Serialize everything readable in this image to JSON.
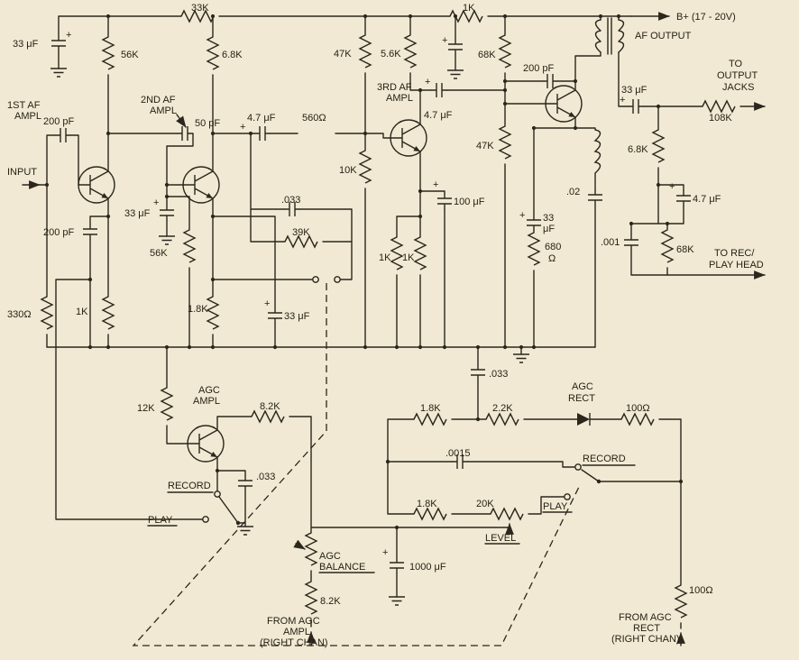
{
  "colors": {
    "paper": "#f1e9d3",
    "ink": "#2b271d"
  },
  "labels": {
    "plus": "+",
    "r_33k": "33K",
    "r_1k_top": "1K",
    "c_33uf_tl": "33 μF",
    "r_56k_top": "56K",
    "r_6k8_top": "6.8K",
    "r_47k_top": "47K",
    "r_5k6": "5.6K",
    "r_68k_top": "68K",
    "c_200pf_fb": "200 pF",
    "af_output": "AF OUTPUT",
    "b_plus": "B+ (17 - 20V)",
    "to_out_1": "TO",
    "to_out_2": "OUTPUT",
    "to_out_3": "JACKS",
    "c_33uf_out": "33 μF",
    "r_108k": "108K",
    "r_6k8_r": "6.8K",
    "stage1a": "1ST AF",
    "stage1b": "AMPL",
    "stage2a": "2ND AF",
    "stage2b": "AMPL",
    "stage3a": "3RD AF",
    "stage3b": "AMPL",
    "c_200pf_in": "200 pF",
    "c_50pf": "50 pF",
    "c_4u7_a": "4.7 μF",
    "r_560": "560Ω",
    "input": "INPUT",
    "c_4u7_b": "4.7 μF",
    "r_10k": "10K",
    "r_47k_mid": "47K",
    "c_4u7_c": "4.7 μF",
    "c_02": ".02",
    "c_100uf": "100 μF",
    "c_200pf_e": "200 pF",
    "c_33uf_a": "33 μF",
    "r_56k_b": "56K",
    "c_033_fb": ".033",
    "r_39k": "39K",
    "c_33_1": "33",
    "c_33_2": "μF",
    "r_680_1": "680",
    "r_680_2": "Ω",
    "c_001": ".001",
    "r_68k_b": "68K",
    "head_1": "TO REC/",
    "head_2": "PLAY HEAD",
    "r_330": "330Ω",
    "r_1k_a": "1K",
    "r_1k8_a": "1.8K",
    "c_33uf_b": "33 μF",
    "r_1k_b": "1K",
    "r_1k_c": "1K",
    "c_033_agc": ".033",
    "r_12k": "12K",
    "agc_a": "AGC",
    "agc_b": "AMPL",
    "r_8k2_a": "8.2K",
    "c_033_b": ".033",
    "record_l": "RECORD",
    "play_l": "PLAY",
    "r_1k8_b": "1.8K",
    "r_2k2": "2.2K",
    "rect_a": "AGC",
    "rect_b": "RECT",
    "r_100_a": "100Ω",
    "c_0015": ".0015",
    "record_r": "RECORD",
    "play_r": "PLAY",
    "r_1k8_c": "1.8K",
    "r_20k": "20K",
    "level": "LEVEL",
    "bal_a": "AGC",
    "bal_b": "BALANCE",
    "r_8k2_b": "8.2K",
    "c_1000uf": "1000 μF",
    "fa_1": "FROM AGC",
    "fa_2": "AMPL",
    "fa_3": "(RIGHT CHAN)",
    "fr_1": "FROM AGC",
    "fr_2": "RECT",
    "fr_3": "(RIGHT CHAN)",
    "r_100_b": "100Ω"
  }
}
